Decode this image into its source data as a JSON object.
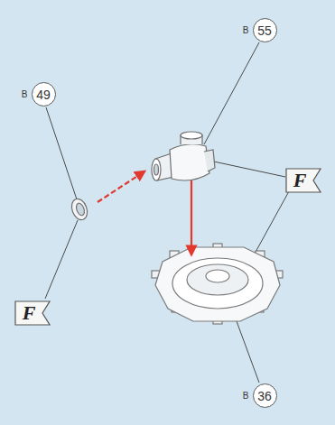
{
  "diagram": {
    "nodes": [
      {
        "text": [
          "B",
          "55"
        ]
      },
      {
        "text": [
          "B",
          "49"
        ]
      },
      {
        "text": [
          "F"
        ]
      },
      {
        "text": [
          "F"
        ]
      },
      {
        "text": [
          "B",
          "36"
        ]
      }
    ]
  }
}
